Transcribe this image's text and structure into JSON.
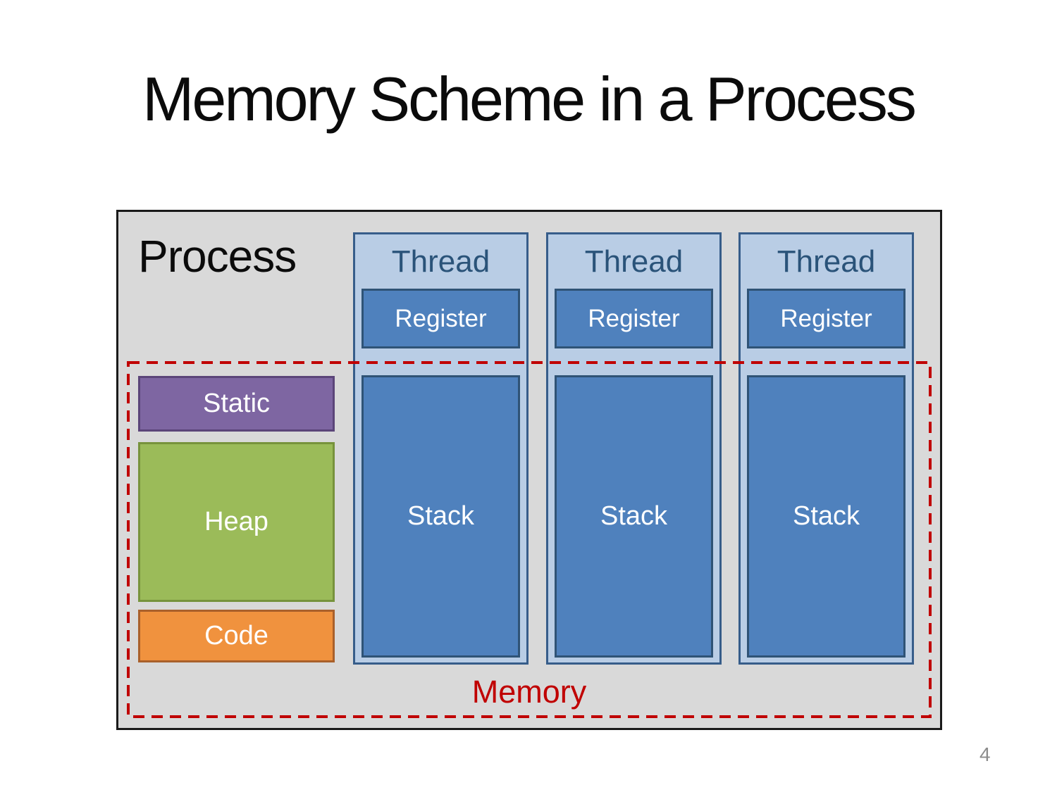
{
  "slide": {
    "title": "Memory Scheme in a Process",
    "page_number": "4"
  },
  "process": {
    "label": "Process",
    "memory_region_label": "Memory",
    "memory_blocks": [
      {
        "label": "Static"
      },
      {
        "label": "Heap"
      },
      {
        "label": "Code"
      }
    ],
    "threads": [
      {
        "label": "Thread",
        "register_label": "Register",
        "stack_label": "Stack"
      },
      {
        "label": "Thread",
        "register_label": "Register",
        "stack_label": "Stack"
      },
      {
        "label": "Thread",
        "register_label": "Register",
        "stack_label": "Stack"
      }
    ]
  },
  "colors": {
    "process_fill": "#d9d9d9",
    "process_border": "#1a1a1a",
    "thread_fill": "#b9cde5",
    "thread_border": "#375d8a",
    "thread_text": "#2a5379",
    "block_blue_fill": "#4f81bd",
    "block_blue_border": "#2f5376",
    "static_fill": "#7e66a2",
    "static_border": "#5b4579",
    "heap_fill": "#9bbb59",
    "heap_border": "#77933c",
    "code_fill": "#f0923e",
    "code_border": "#a9602b",
    "memory_red": "#c00000",
    "page_number_color": "#8c8c8c"
  }
}
